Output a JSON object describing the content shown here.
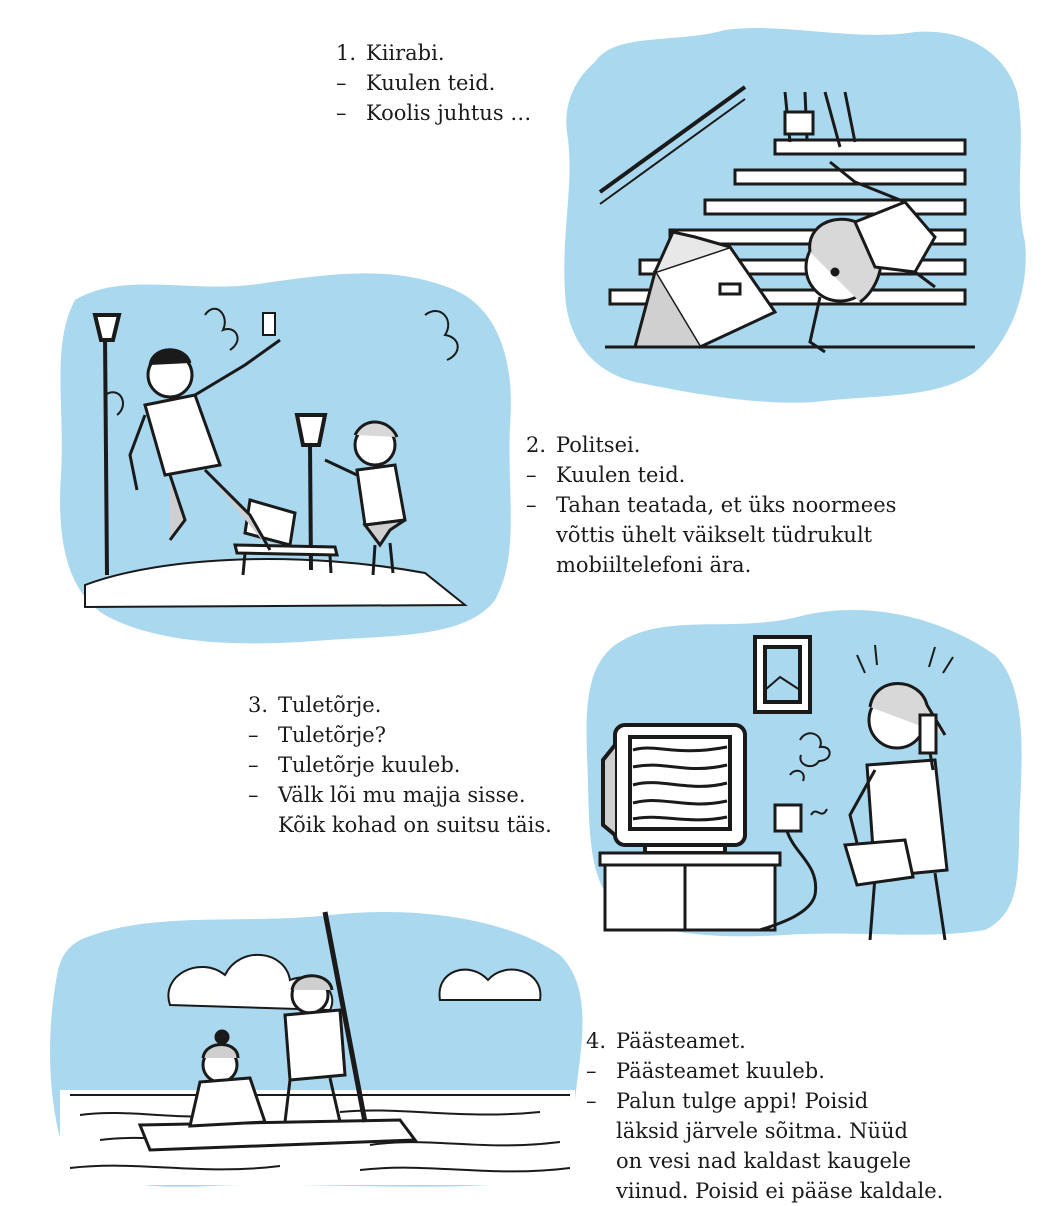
{
  "dialogues": [
    {
      "number": "1.",
      "service": "Kiirabi.",
      "lines": [
        "Kuulen teid.",
        "Koolis juhtus …"
      ]
    },
    {
      "number": "2.",
      "service": "Politsei.",
      "lines": [
        "Kuulen teid.",
        "Tahan teatada, et üks noormees"
      ],
      "continuation": [
        "võttis ühelt väikselt tüdrukult",
        "mobiiltelefoni ära."
      ]
    },
    {
      "number": "3.",
      "service": "Tuletõrje.",
      "lines": [
        "Tuletõrje?",
        "Tuletõrje kuuleb.",
        "Välk lõi mu majja sisse."
      ],
      "continuation": [
        "Kõik kohad on suitsu täis."
      ]
    },
    {
      "number": "4.",
      "service": "Päästeamet.",
      "lines": [
        "Päästeamet kuuleb.",
        "Palun tulge appi! Poisid"
      ],
      "continuation": [
        "läksid järvele sõitma. Nüüd",
        "on vesi nad kaldast kaugele",
        "viinud. Poisid ei pääse kaldale."
      ]
    }
  ],
  "dash": "–",
  "colors": {
    "sky": "#a9d8ef",
    "ink": "#1a1a1a",
    "paper": "#ffffff"
  }
}
